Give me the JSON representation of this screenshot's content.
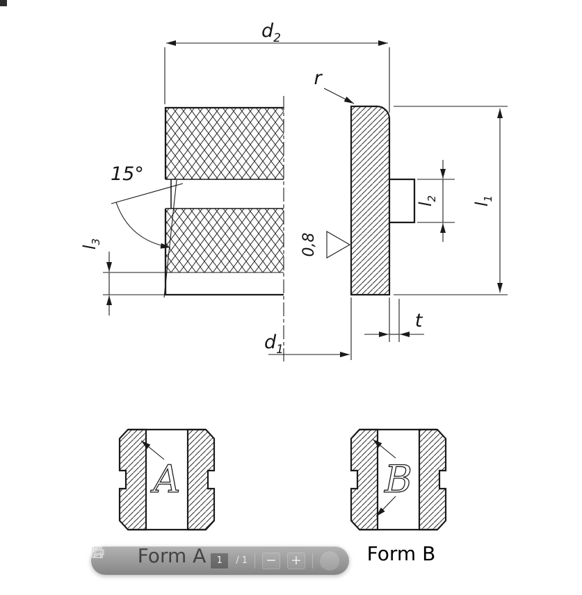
{
  "drawing": {
    "dimensions": {
      "d2": {
        "base": "d",
        "sub": "2"
      },
      "d1": {
        "base": "d",
        "sub": "1"
      },
      "l1": {
        "base": "l",
        "sub": "1"
      },
      "l2": {
        "base": "l",
        "sub": "2"
      },
      "l3": {
        "base": "l",
        "sub": "3"
      },
      "radius": "r",
      "thickness": "t",
      "groove_angle": "15°",
      "surface_roughness": "0,8"
    },
    "forms": {
      "a": {
        "letter": "A",
        "label": "Form A"
      },
      "b": {
        "letter": "B",
        "label": "Form B"
      }
    },
    "colors": {
      "line_color": "#1a1a1a"
    }
  },
  "toolbar": {
    "page_number": "1",
    "page_count_label": "/ 1",
    "zoom_out_label": "−",
    "zoom_in_label": "+",
    "icons": [
      "save-icon",
      "print-icon",
      "pen-tool-icon"
    ],
    "colors": {
      "background": "#787878",
      "icon": "#d9d9d9"
    }
  }
}
